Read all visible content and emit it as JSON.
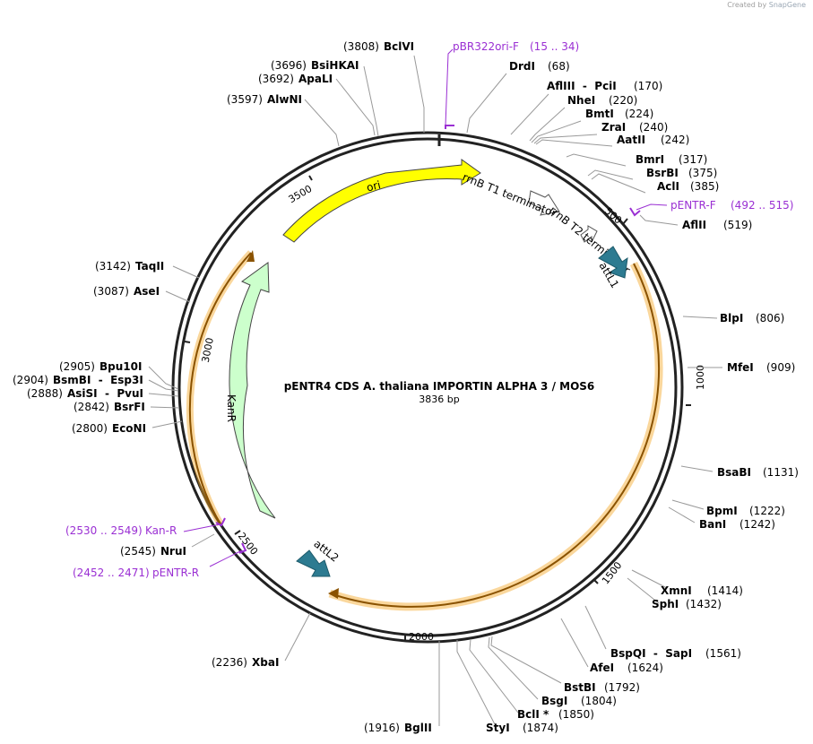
{
  "credit": {
    "prefix": "Created by",
    "brand": "SnapGene"
  },
  "plasmid": {
    "name": "pENTR4 CDS A. thaliana IMPORTIN ALPHA 3 / MOS6",
    "length_label": "3836 bp"
  },
  "ticks": [
    "500",
    "1000",
    "1500",
    "2000",
    "2500",
    "3000",
    "3500"
  ],
  "sites": [
    {
      "name": "BclVI",
      "pos": "(3808)"
    },
    {
      "name": "DrdI",
      "pos": "(68)"
    },
    {
      "name": "AflIII  -  PciI",
      "pos": "(170)"
    },
    {
      "name": "NheI",
      "pos": "(220)"
    },
    {
      "name": "BmtI",
      "pos": "(224)"
    },
    {
      "name": "ZraI",
      "pos": "(240)"
    },
    {
      "name": "AatII",
      "pos": "(242)"
    },
    {
      "name": "BmrI",
      "pos": "(317)"
    },
    {
      "name": "BsrBI",
      "pos": "(375)"
    },
    {
      "name": "AclI",
      "pos": "(385)"
    },
    {
      "name": "AflII",
      "pos": "(519)"
    },
    {
      "name": "BlpI",
      "pos": "(806)"
    },
    {
      "name": "MfeI",
      "pos": "(909)"
    },
    {
      "name": "BsaBI",
      "pos": "(1131)"
    },
    {
      "name": "BpmI",
      "pos": "(1222)"
    },
    {
      "name": "BanI",
      "pos": "(1242)"
    },
    {
      "name": "XmnI",
      "pos": "(1414)"
    },
    {
      "name": "SphI",
      "pos": "(1432)"
    },
    {
      "name": "BspQI  -  SapI",
      "pos": "(1561)"
    },
    {
      "name": "AfeI",
      "pos": "(1624)"
    },
    {
      "name": "BstBI",
      "pos": "(1792)"
    },
    {
      "name": "BsgI",
      "pos": "(1804)"
    },
    {
      "name": "BclI *",
      "pos": "(1850)"
    },
    {
      "name": "StyI",
      "pos": "(1874)"
    },
    {
      "name": "BglII",
      "pos": "(1916)"
    },
    {
      "name": "XbaI",
      "pos": "(2236)"
    },
    {
      "name": "NruI",
      "pos": "(2545)"
    },
    {
      "name": "EcoNI",
      "pos": "(2800)"
    },
    {
      "name": "BsrFI",
      "pos": "(2842)"
    },
    {
      "name": "AsiSI  -  PvuI",
      "pos": "(2888)"
    },
    {
      "name": "BsmBI  -  Esp3I",
      "pos": "(2904)"
    },
    {
      "name": "Bpu10I",
      "pos": "(2905)"
    },
    {
      "name": "AseI",
      "pos": "(3087)"
    },
    {
      "name": "TaqII",
      "pos": "(3142)"
    },
    {
      "name": "AlwNI",
      "pos": "(3597)"
    },
    {
      "name": "ApaLI",
      "pos": "(3692)"
    },
    {
      "name": "BsiHKAI",
      "pos": "(3696)"
    }
  ],
  "primers": [
    {
      "name": "pBR322ori-F",
      "range": "(15 .. 34)"
    },
    {
      "name": "pENTR-F",
      "range": "(492 .. 515)"
    },
    {
      "name": "Kan-R",
      "range": "(2530 .. 2549)"
    },
    {
      "name": "pENTR-R",
      "range": "(2452 .. 2471)"
    }
  ],
  "features": {
    "ori": "ori",
    "kanr": "KanR",
    "rrnb_t1": "rrnB T1 terminator",
    "rrnb_t2": "rrnB T2 terminator",
    "attl1": "attL1",
    "attl2": "attL2"
  },
  "colors": {
    "backbone": "#222222",
    "ori": "#ffff00",
    "kanr": "#ccffcc",
    "cds": "#f5a623",
    "attl": "#2d7b91",
    "primer": "#9a2fd3",
    "leader": "#999999"
  }
}
